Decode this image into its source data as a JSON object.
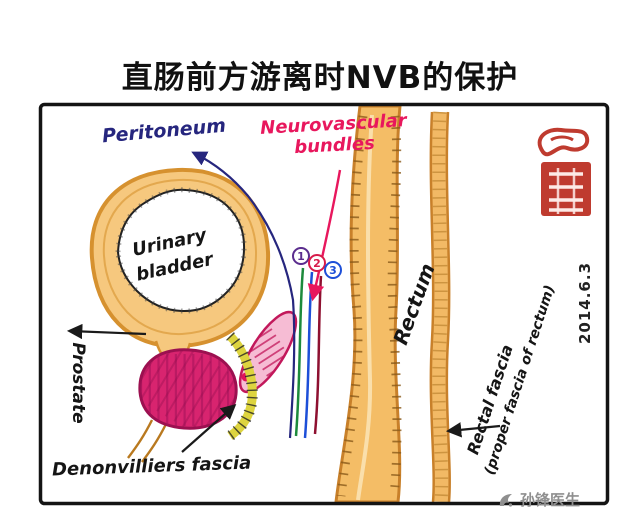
{
  "title": "直肠前方游离时NVB的保护",
  "frame": {
    "labels": {
      "peritoneum": "Peritoneum",
      "nvb_line1": "Neurovascular",
      "nvb_line2": "bundles",
      "bladder_line1": "Urinary",
      "bladder_line2": "bladder",
      "prostate": "Prostate",
      "denonvilliers": "Denonvilliers fascia",
      "rectum": "Rectum",
      "rectal_fascia_line1": "Rectal fascia",
      "rectal_fascia_line2": "(proper fascia of rectum)",
      "date": "2014.6.3"
    },
    "numbers": [
      "1",
      "2",
      "3"
    ]
  },
  "watermark": {
    "text": "孙锋医生"
  },
  "colors": {
    "peritoneum_ink": "#26267e",
    "nvb_pink": "#e8175d",
    "bladder_orange": "#d6912f",
    "bladder_fill": "#f6c87e",
    "prostate_magenta": "#d8246f",
    "vesicle_pink": "#f6bcd4",
    "fascia_yellow": "#ddd43f",
    "rectum_tan": "#f4bd66",
    "rectum_edge": "#c8802a",
    "nvb_green": "#1d8a3c",
    "nvb_blue": "#1d4fd8",
    "nvb_darkred": "#8e1030",
    "seal_red": "#bf3b2f",
    "ink_black": "#1a1a1a",
    "watermark_gray": "#8f8f8f"
  }
}
